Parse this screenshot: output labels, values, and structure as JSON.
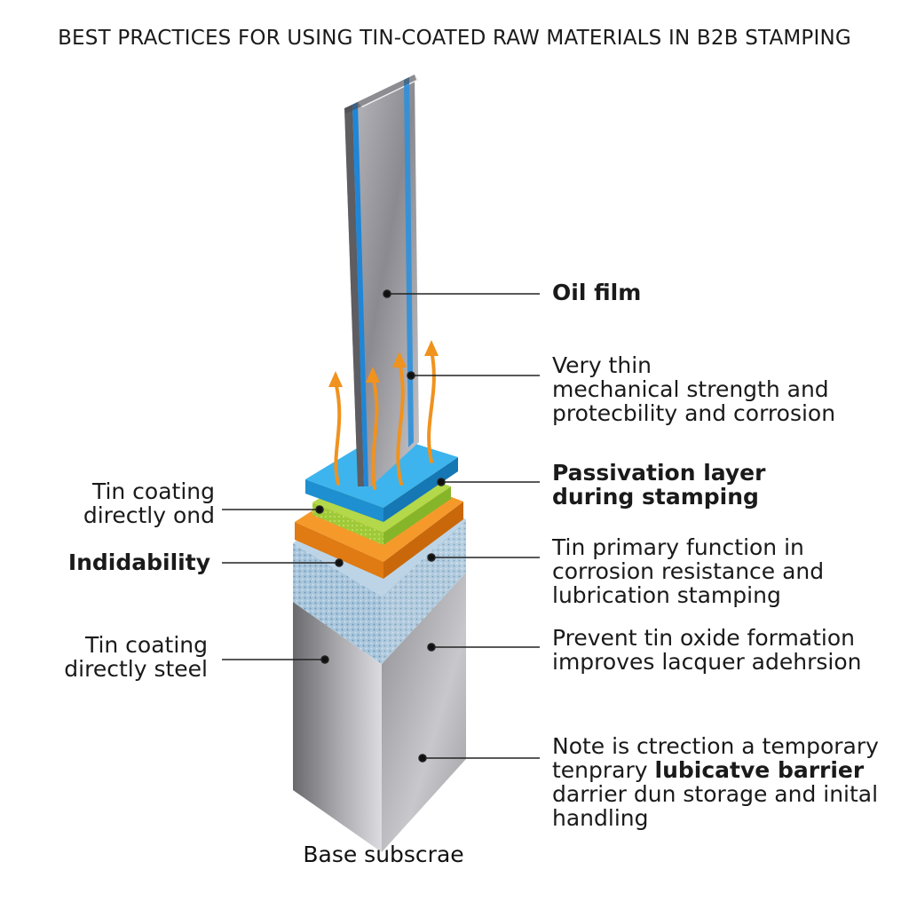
{
  "title": "BEST PRACTICES FOR USING TIN-COATED RAW MATERIALS IN B2B STAMPING",
  "colors": {
    "steel_dark": "#5e5e62",
    "steel_light": "#d8d8dc",
    "blue_layer": "#2aa7e8",
    "green_layer": "#9cc832",
    "orange_layer": "#f08a1c",
    "dotted_layer": "#9dbfd8",
    "arrow": "#f0921e"
  },
  "labels_right": {
    "oil_film": [
      "Oil film"
    ],
    "very_thin": [
      "Very thin",
      "mechanical strength and",
      "protecbility and corrosion"
    ],
    "passivation": [
      "Passivation layer",
      "during stamping"
    ],
    "tin_primary": [
      "Tin primary function in",
      "corrosion resistance and",
      "lubrication stamping"
    ],
    "prevent": [
      "Prevent tin oxide formation",
      "improves lacquer adehrsion"
    ],
    "note": {
      "line1": "Note is ctrection a temporary",
      "line2_plain": "tenprary ",
      "line2_bold": "lubicatve barrier",
      "line3": "darrier dun storage and inital",
      "line4": "handling"
    }
  },
  "labels_left": {
    "tin_coating_ond": [
      "Tin coating",
      "directly ond"
    ],
    "indidability": [
      "Indidability"
    ],
    "tin_coating_steel": [
      "Tin coating",
      "directly steel"
    ]
  },
  "base_label": "Base subscrae"
}
